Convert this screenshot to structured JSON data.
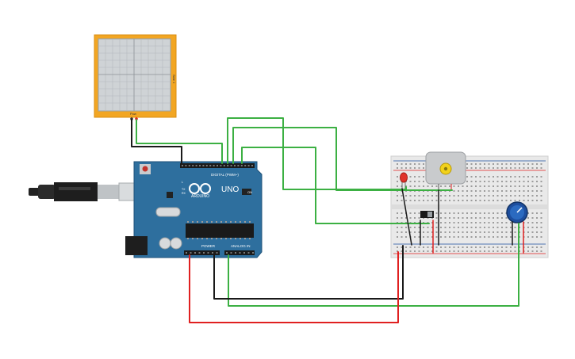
{
  "board": {
    "logo_text": "ARDUINO",
    "model_text": "UNO",
    "digital_label": "DIGITAL (PWM~)",
    "power_label": "POWER",
    "analog_label": "ANALOG IN",
    "on_label": "ON",
    "tx_label": "TX",
    "rx_label": "RX",
    "l_label": "L"
  },
  "sensor": {
    "side_label": "Side 1",
    "bottom_label": "Pow"
  },
  "colors": {
    "wire_green": "#3cb043",
    "wire_black": "#1a1a1a",
    "wire_red": "#e02020",
    "board_teal": "#2e6f9e",
    "sensor_orange": "#f2a623",
    "led_red": "#e0322b",
    "pot_blue": "#1d4e9e"
  }
}
